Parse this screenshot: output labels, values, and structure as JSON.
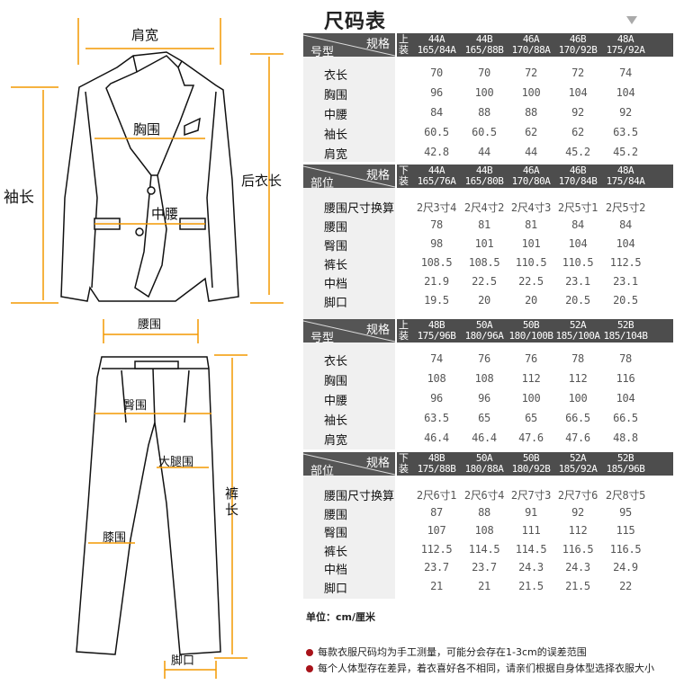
{
  "title": "尺码表",
  "illustration": {
    "jacket_labels": {
      "shoulder": "肩宽",
      "chest": "胸围",
      "waist": "中腰",
      "sleeve": "袖长",
      "back_length": "后衣长"
    },
    "pants_labels": {
      "waist": "腰围",
      "hip": "臀围",
      "thigh": "大腿围",
      "knee": "膝围",
      "length": "裤长",
      "hem": "脚口"
    },
    "measure_color": "#f39800"
  },
  "sections": [
    {
      "corner_top": "规格",
      "corner_bottom": "号型",
      "kind": "上装",
      "sizes": [
        [
          "44A",
          "165/84A"
        ],
        [
          "44B",
          "165/88B"
        ],
        [
          "46A",
          "170/88A"
        ],
        [
          "46B",
          "170/92B"
        ],
        [
          "48A",
          "175/92A"
        ]
      ],
      "rows": [
        {
          "label": "衣长",
          "values": [
            "70",
            "70",
            "72",
            "72",
            "74"
          ]
        },
        {
          "label": "胸围",
          "values": [
            "96",
            "100",
            "100",
            "104",
            "104"
          ]
        },
        {
          "label": "中腰",
          "values": [
            "84",
            "88",
            "88",
            "92",
            "92"
          ]
        },
        {
          "label": "袖长",
          "values": [
            "60.5",
            "60.5",
            "62",
            "62",
            "63.5"
          ]
        },
        {
          "label": "肩宽",
          "values": [
            "42.8",
            "44",
            "44",
            "45.2",
            "45.2"
          ]
        }
      ]
    },
    {
      "corner_top": "规格",
      "corner_bottom": "部位",
      "kind": "下装",
      "sizes": [
        [
          "44A",
          "165/76A"
        ],
        [
          "44B",
          "165/80B"
        ],
        [
          "46A",
          "170/80A"
        ],
        [
          "46B",
          "170/84B"
        ],
        [
          "48A",
          "175/84A"
        ]
      ],
      "rows": [
        {
          "label": "腰围尺寸换算",
          "values": [
            "2尺3寸4",
            "2尺4寸2",
            "2尺4寸3",
            "2尺5寸1",
            "2尺5寸2"
          ]
        },
        {
          "label": "腰围",
          "values": [
            "78",
            "81",
            "81",
            "84",
            "84"
          ]
        },
        {
          "label": "臀围",
          "values": [
            "98",
            "101",
            "101",
            "104",
            "104"
          ]
        },
        {
          "label": "裤长",
          "values": [
            "108.5",
            "108.5",
            "110.5",
            "110.5",
            "112.5"
          ]
        },
        {
          "label": "中档",
          "values": [
            "21.9",
            "22.5",
            "22.5",
            "23.1",
            "23.1"
          ]
        },
        {
          "label": "脚口",
          "values": [
            "19.5",
            "20",
            "20",
            "20.5",
            "20.5"
          ]
        }
      ]
    },
    {
      "corner_top": "规格",
      "corner_bottom": "号型",
      "kind": "上装",
      "sizes": [
        [
          "48B",
          "175/96B"
        ],
        [
          "50A",
          "180/96A"
        ],
        [
          "50B",
          "180/100B"
        ],
        [
          "52A",
          "185/100A"
        ],
        [
          "52B",
          "185/104B"
        ]
      ],
      "rows": [
        {
          "label": "衣长",
          "values": [
            "74",
            "76",
            "76",
            "78",
            "78"
          ]
        },
        {
          "label": "胸围",
          "values": [
            "108",
            "108",
            "112",
            "112",
            "116"
          ]
        },
        {
          "label": "中腰",
          "values": [
            "96",
            "96",
            "100",
            "100",
            "104"
          ]
        },
        {
          "label": "袖长",
          "values": [
            "63.5",
            "65",
            "65",
            "66.5",
            "66.5"
          ]
        },
        {
          "label": "肩宽",
          "values": [
            "46.4",
            "46.4",
            "47.6",
            "47.6",
            "48.8"
          ]
        }
      ]
    },
    {
      "corner_top": "规格",
      "corner_bottom": "部位",
      "kind": "下装",
      "sizes": [
        [
          "48B",
          "175/88B"
        ],
        [
          "50A",
          "180/88A"
        ],
        [
          "50B",
          "180/92B"
        ],
        [
          "52A",
          "185/92A"
        ],
        [
          "52B",
          "185/96B"
        ]
      ],
      "rows": [
        {
          "label": "腰围尺寸换算",
          "values": [
            "2尺6寸1",
            "2尺6寸4",
            "2尺7寸3",
            "2尺7寸6",
            "2尺8寸5"
          ]
        },
        {
          "label": "腰围",
          "values": [
            "87",
            "88",
            "91",
            "92",
            "95"
          ]
        },
        {
          "label": "臀围",
          "values": [
            "107",
            "108",
            "111",
            "112",
            "115"
          ]
        },
        {
          "label": "裤长",
          "values": [
            "112.5",
            "114.5",
            "114.5",
            "116.5",
            "116.5"
          ]
        },
        {
          "label": "中档",
          "values": [
            "23.7",
            "23.7",
            "24.3",
            "24.3",
            "24.9"
          ]
        },
        {
          "label": "脚口",
          "values": [
            "21",
            "21",
            "21.5",
            "21.5",
            "22"
          ]
        }
      ]
    }
  ],
  "unit": "单位：cm/厘米",
  "notes": [
    "每款衣服尺码均为手工测量，可能分会存在1-3cm的误差范围",
    "每个人体型存在差异，着衣喜好各不相同，请亲们根据自身体型选择衣服大小"
  ],
  "note_bullet_color": "#a8131a"
}
